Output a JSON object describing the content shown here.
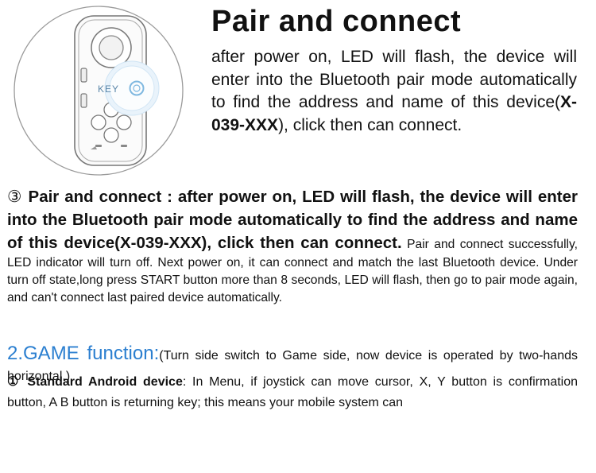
{
  "illustration": {
    "key_label": "KEY"
  },
  "header": {
    "title": "Pair and connect",
    "desc_before": "after power on, LED will flash, the device will enter into the Bluetooth pair mode automatically to find the address and name of this device(",
    "desc_bold": "X-039-XXX",
    "desc_after": "), click then can connect."
  },
  "step3": {
    "marker": "③",
    "bold_text": " Pair and  connect : after power on, LED will flash, the device will enter into the Bluetooth pair mode automatically to find the address and name of this device(X-039-XXX), click then can connect.",
    "normal_text": " Pair and connect successfully, LED indicator will turn off. Next power on, it can connect and match the last Bluetooth device. Under turn off state,long press START button more than 8 seconds, LED will flash, then go to pair mode again, and can't connect last paired device automatically."
  },
  "game": {
    "heading": "2.GAME function:",
    "note": "(Turn side switch to Game side, now device is operated by two-hands horizontal.)"
  },
  "standard": {
    "marker": "①",
    "bold_label": " Standard Android device",
    "text": ": In Menu, if joystick can move cursor, X, Y button is confirmation button, A B button is returning key; this means your mobile system can"
  },
  "colors": {
    "game_heading": "#2b7fd0",
    "illustration_ring": "#7fb8e0"
  }
}
